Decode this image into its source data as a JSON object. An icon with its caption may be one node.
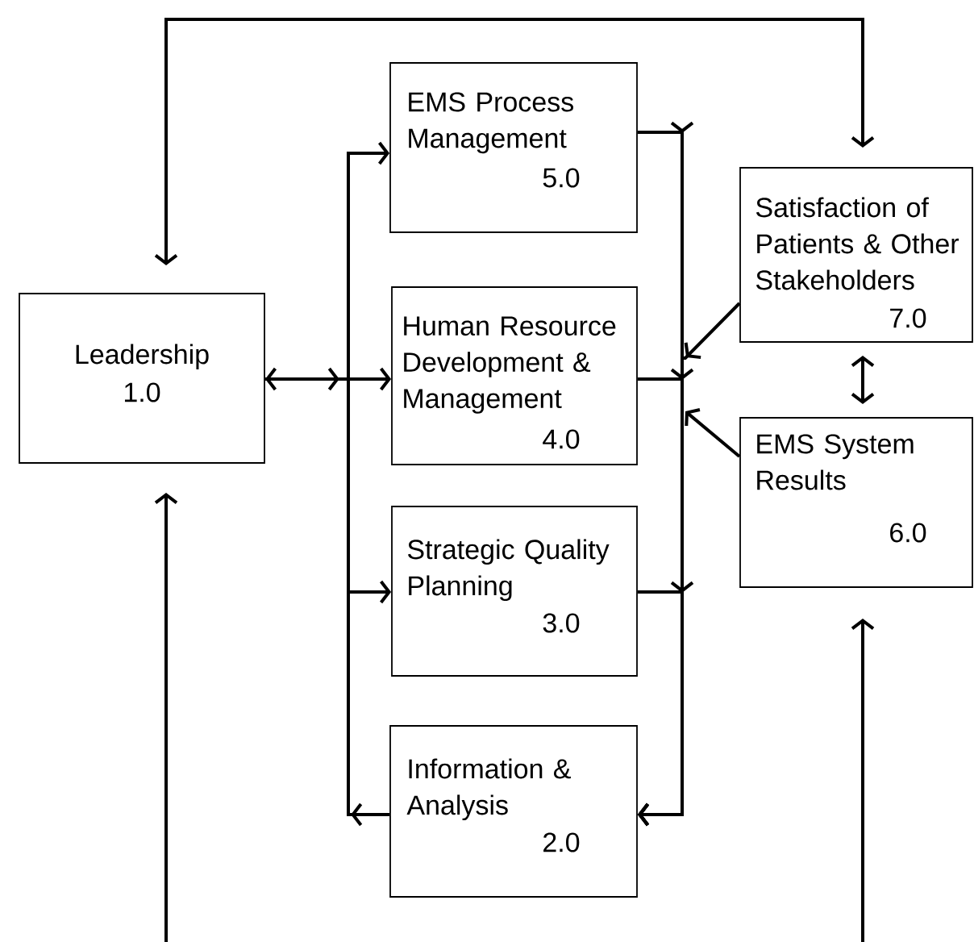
{
  "diagram": {
    "nodes": [
      {
        "text": [
          "Leadership",
          "1.0"
        ]
      },
      {
        "text": [
          "EMS Process Management",
          "5.0"
        ]
      },
      {
        "text": [
          "Human Resource Development & Management",
          "4.0"
        ]
      },
      {
        "text": [
          "Strategic Quality Planning",
          "3.0"
        ]
      },
      {
        "text": [
          "Information & Analysis",
          "2.0"
        ]
      },
      {
        "text": [
          "Satisfaction of Patients & Other Stakeholders",
          "7.0"
        ]
      },
      {
        "text": [
          "EMS System Results",
          "6.0"
        ]
      }
    ],
    "edges": [
      {
        "from": 0,
        "to": 5,
        "arrow": "both"
      },
      {
        "from": null,
        "to": 0,
        "arrow": "to"
      },
      {
        "from": null,
        "to": 6,
        "arrow": "to"
      },
      {
        "from": 0,
        "to": 1,
        "arrow": "to"
      },
      {
        "from": 0,
        "to": 2,
        "arrow": "to"
      },
      {
        "from": 0,
        "to": 3,
        "arrow": "to"
      },
      {
        "from": 4,
        "to": 0,
        "arrow": "to"
      },
      {
        "from": 1,
        "to": 4,
        "arrow": "to"
      },
      {
        "from": 2,
        "to": 4,
        "arrow": "to"
      },
      {
        "from": 3,
        "to": 4,
        "arrow": "to"
      },
      {
        "from": 5,
        "to": 4,
        "arrow": "to"
      },
      {
        "from": 6,
        "to": null,
        "arrow": "to"
      },
      {
        "from": 5,
        "to": 6,
        "arrow": "both"
      }
    ]
  }
}
